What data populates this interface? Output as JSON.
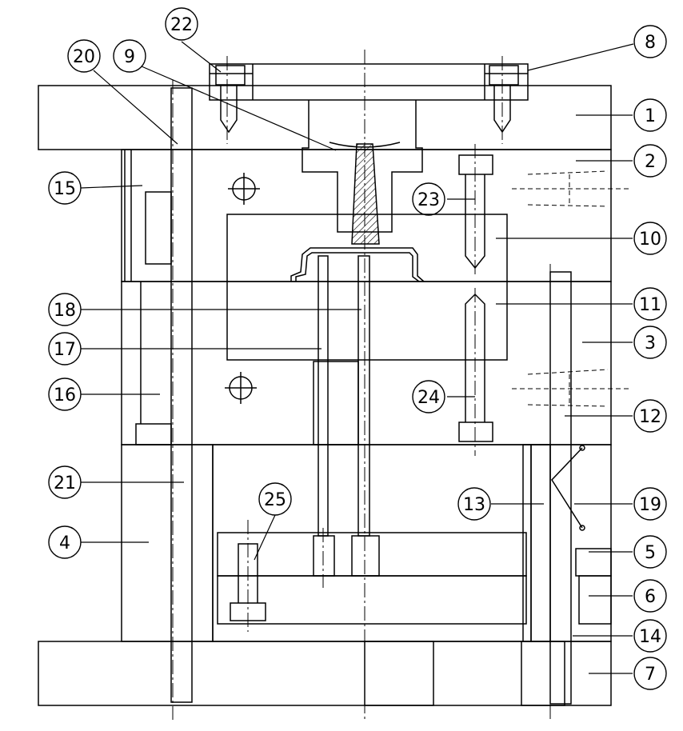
{
  "labels": [
    {
      "id": "c1",
      "text": "1"
    },
    {
      "id": "c2",
      "text": "2"
    },
    {
      "id": "c3",
      "text": "3"
    },
    {
      "id": "c4",
      "text": "4"
    },
    {
      "id": "c5",
      "text": "5"
    },
    {
      "id": "c6",
      "text": "6"
    },
    {
      "id": "c7",
      "text": "7"
    },
    {
      "id": "c8",
      "text": "8"
    },
    {
      "id": "c9",
      "text": "9"
    },
    {
      "id": "c10",
      "text": "10"
    },
    {
      "id": "c11",
      "text": "11"
    },
    {
      "id": "c12",
      "text": "12"
    },
    {
      "id": "c13",
      "text": "13"
    },
    {
      "id": "c14",
      "text": "14"
    },
    {
      "id": "c15",
      "text": "15"
    },
    {
      "id": "c16",
      "text": "16"
    },
    {
      "id": "c17",
      "text": "17"
    },
    {
      "id": "c18",
      "text": "18"
    },
    {
      "id": "c19",
      "text": "19"
    },
    {
      "id": "c20",
      "text": "20"
    },
    {
      "id": "c21",
      "text": "21"
    },
    {
      "id": "c22",
      "text": "22"
    },
    {
      "id": "c23",
      "text": "23"
    },
    {
      "id": "c24",
      "text": "24"
    },
    {
      "id": "c25",
      "text": "25"
    }
  ]
}
